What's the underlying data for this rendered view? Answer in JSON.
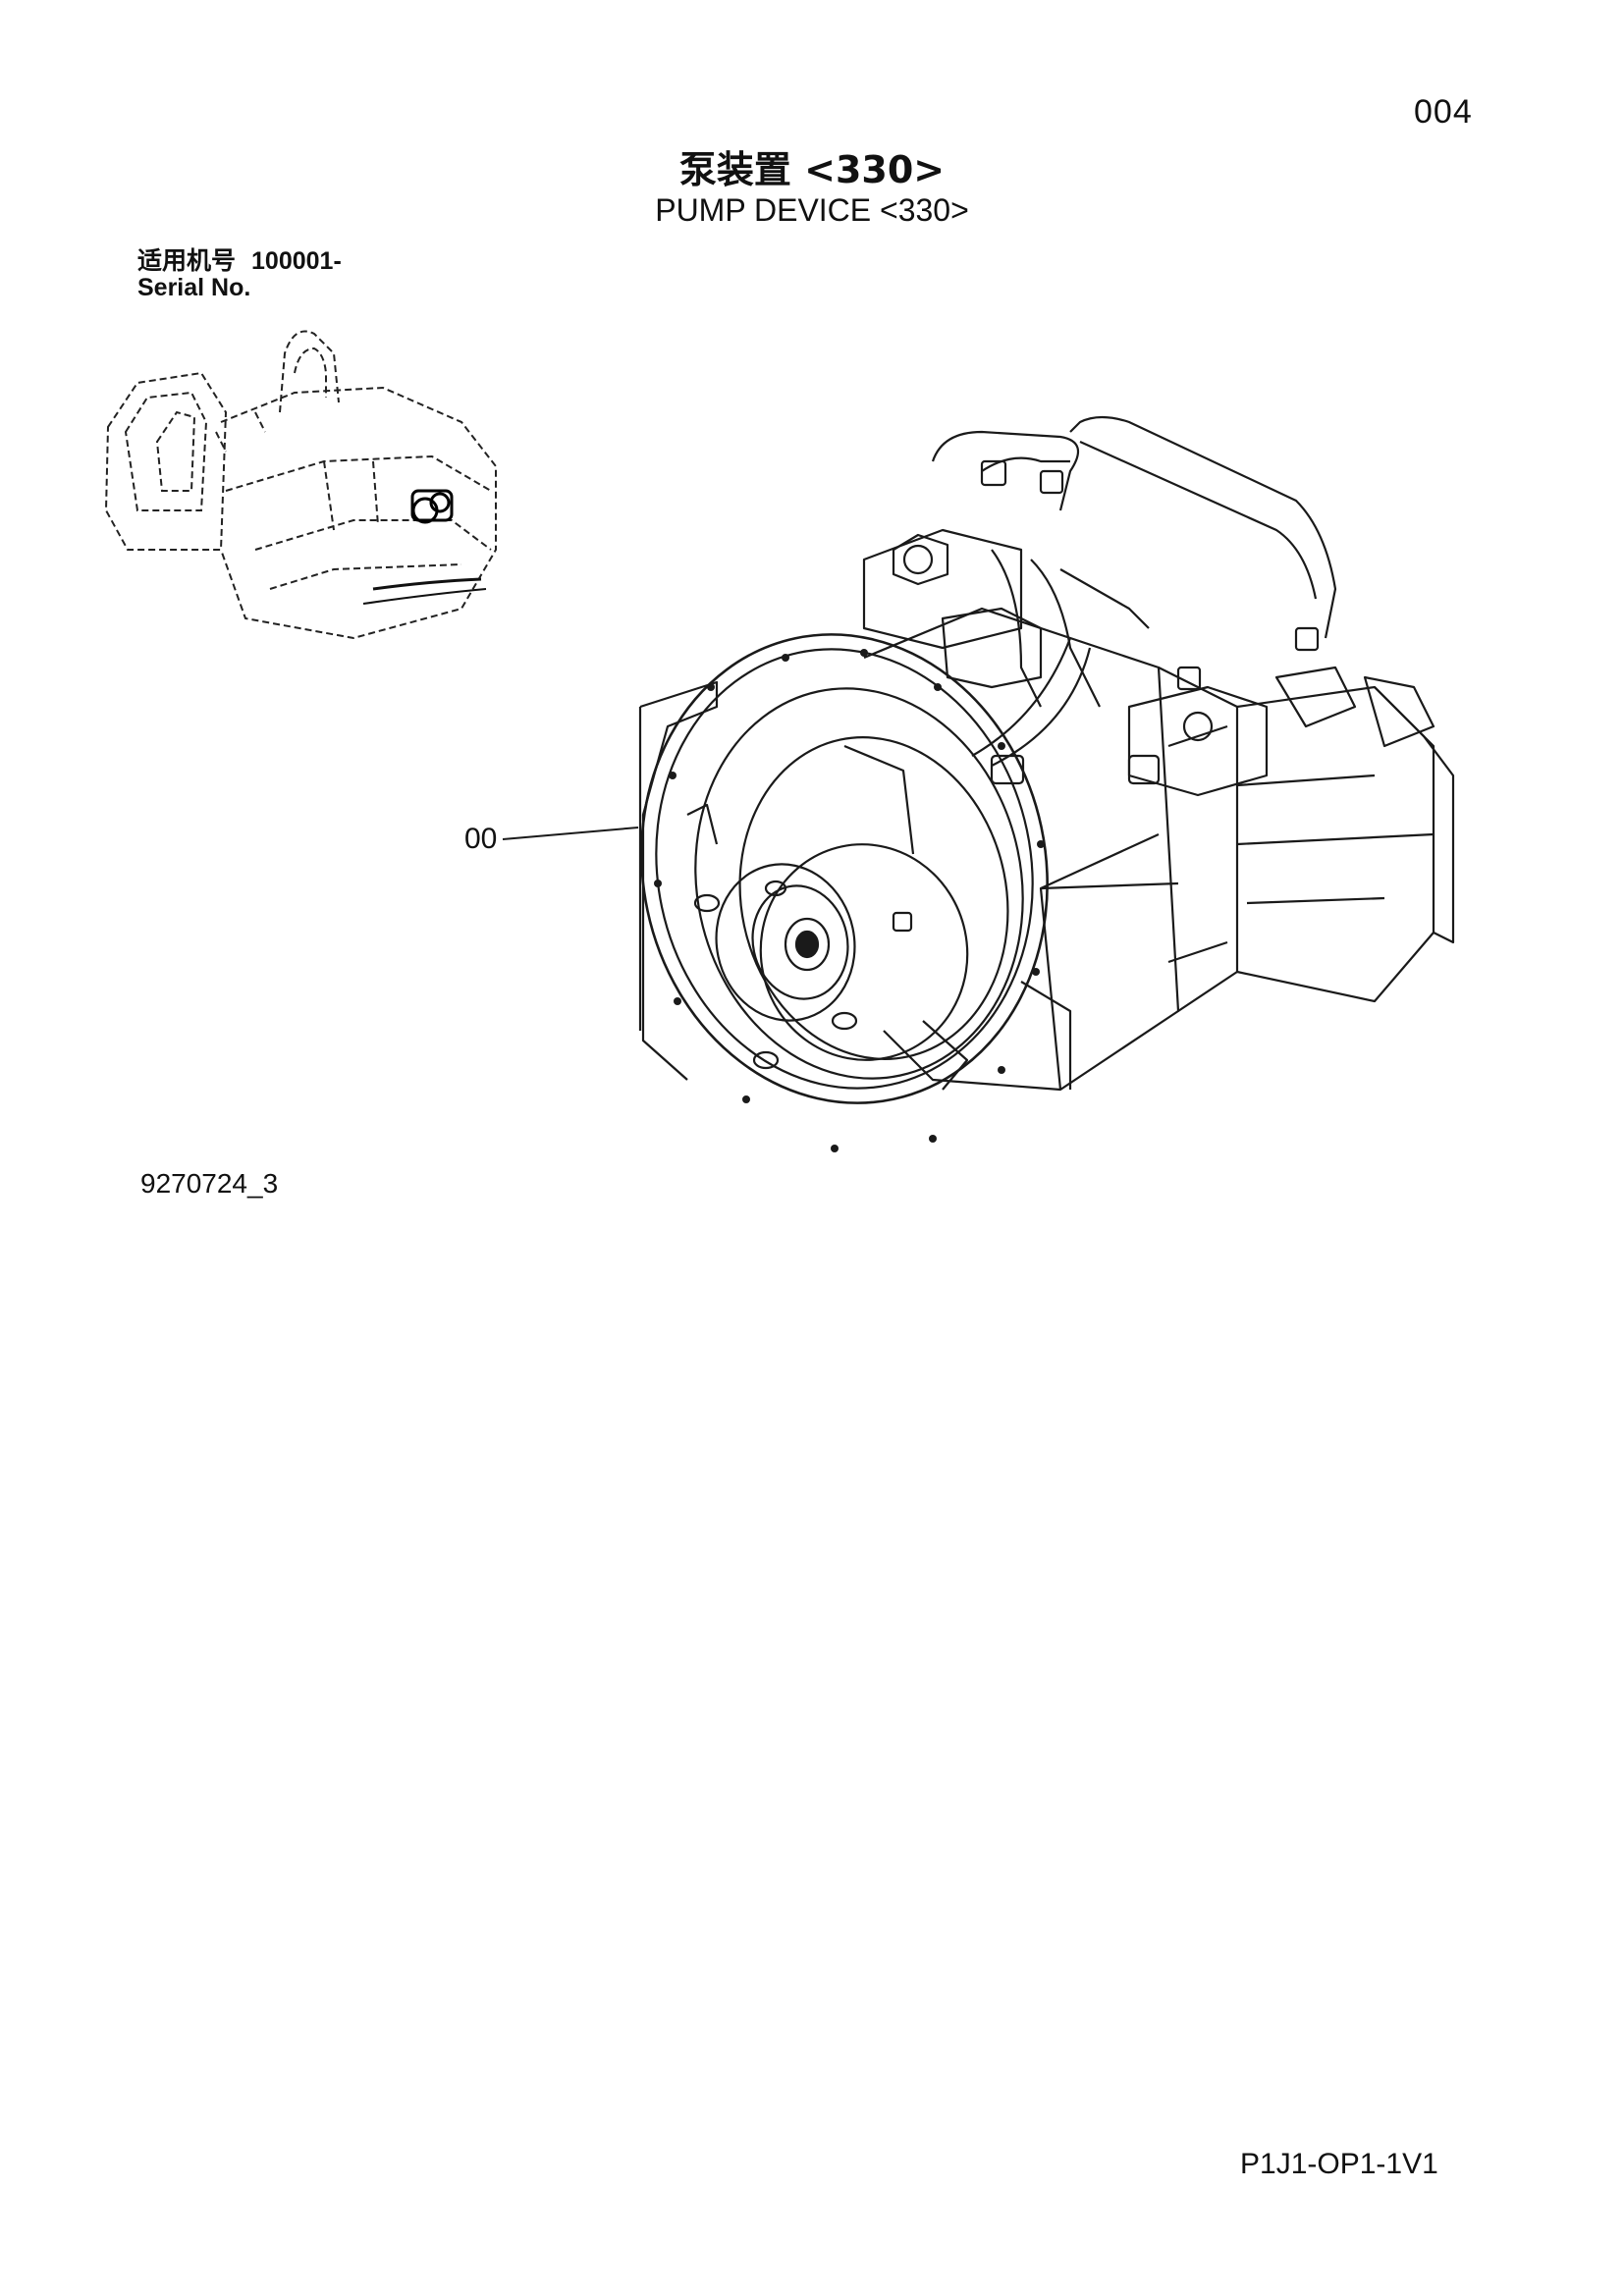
{
  "page": {
    "number": "004",
    "title_cn": "泵装置 <330>",
    "title_en": "PUMP DEVICE <330>",
    "serial_cn": "适用机号",
    "serial_value": "100001-",
    "serial_en": "Serial No.",
    "callout_label": "00",
    "figure_id": "9270724_3",
    "doc_code": "P1J1-OP1-1V1"
  }
}
